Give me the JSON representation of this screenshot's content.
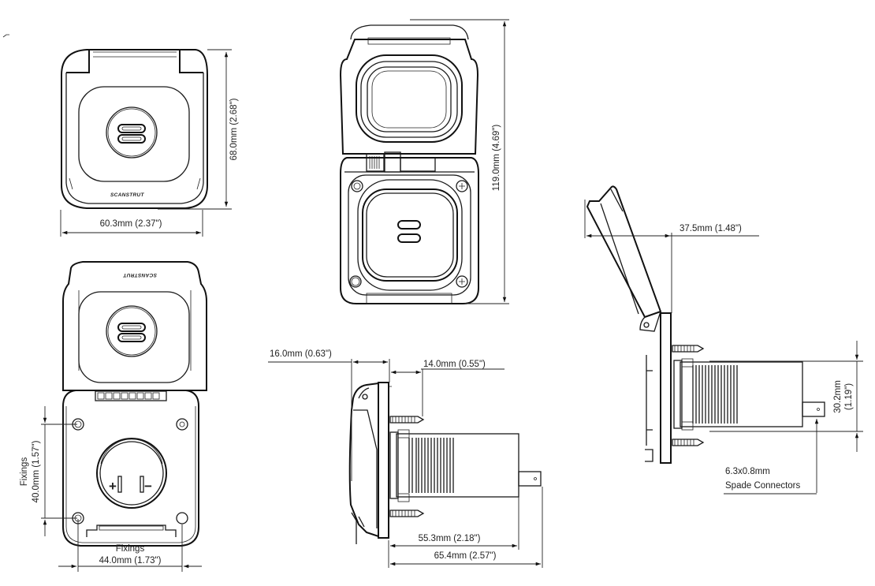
{
  "drawing": {
    "brand_logo": "SCANSTRUT",
    "views": {
      "front_closed": {
        "width_label": "60.3mm (2.37\")",
        "height_label": "68.0mm (2.68\")"
      },
      "front_open": {
        "fixings_vertical_title": "Fixings",
        "fixings_vertical_value": "40.0mm (1.57\")",
        "fixings_horizontal_title": "Fixings",
        "fixings_horizontal_value": "44.0mm (1.73\")",
        "polarity_positive": "+",
        "polarity_negative": "−"
      },
      "top_open": {
        "height_label": "119.0mm (4.69\")"
      },
      "side_closed": {
        "lid_depth_label": "16.0mm (0.63\")",
        "screw_length_label": "14.0mm (0.55\")",
        "body_length_label": "55.3mm (2.18\")",
        "overall_length_label": "65.4mm (2.57\")"
      },
      "side_open": {
        "lid_open_label": "37.5mm (1.48\")",
        "body_diameter_value": "30.2mm",
        "body_diameter_inch": "(1.19\")",
        "connector_size": "6.3x0.8mm",
        "connector_type": "Spade Connectors"
      }
    }
  }
}
